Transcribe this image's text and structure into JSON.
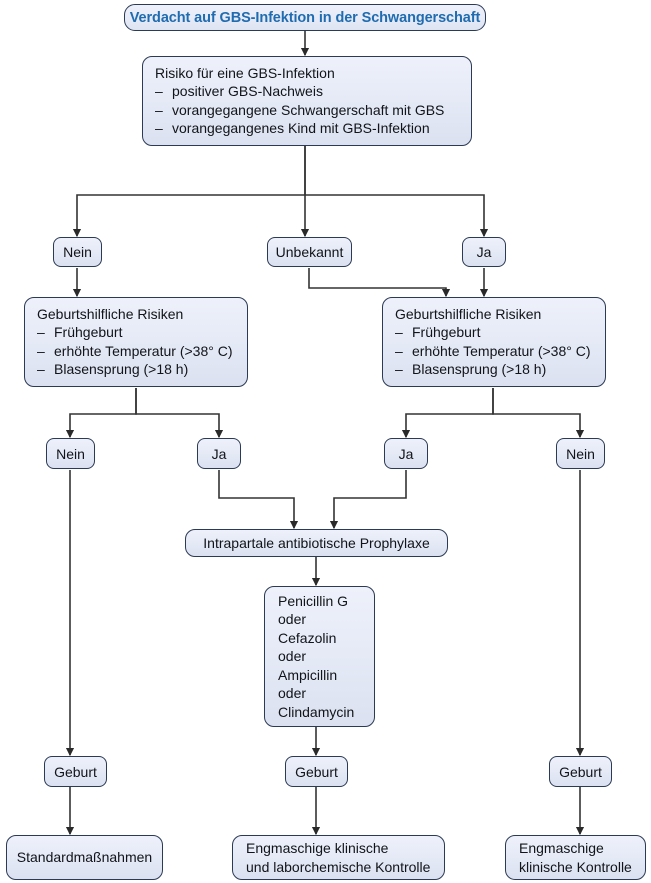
{
  "diagram": {
    "title": "Verdacht auf GBS-Infektion in der Schwangerschaft",
    "colors": {
      "title_text": "#1f6cb0",
      "node_border": "#2b3a55",
      "node_fill": "#e4e9f6",
      "edge": "#333333",
      "text": "#111418",
      "background": "#ffffff"
    },
    "risk_screening": {
      "heading": "Risiko für eine GBS-Infektion",
      "items": [
        "positiver GBS-Nachweis",
        "vorangegangene Schwangerschaft mit GBS",
        "vorangegangenes Kind mit GBS-Infektion"
      ]
    },
    "decisions_level1": [
      {
        "label": "Nein"
      },
      {
        "label": "Unbekannt"
      },
      {
        "label": "Ja"
      }
    ],
    "obstetric_risk_left": {
      "heading": "Geburtshilfliche Risiken",
      "items": [
        "Frühgeburt",
        "erhöhte Temperatur (>38° C)",
        "Blasensprung (>18 h)"
      ]
    },
    "obstetric_risk_right": {
      "heading": "Geburtshilfliche Risiken",
      "items": [
        "Frühgeburt",
        "erhöhte Temperatur (>38° C)",
        "Blasensprung (>18 h)"
      ]
    },
    "decisions_level2": [
      {
        "label": "Nein"
      },
      {
        "label": "Ja"
      },
      {
        "label": "Ja"
      },
      {
        "label": "Nein"
      }
    ],
    "prophylaxis": {
      "label": "Intrapartale antibiotische Prophylaxe"
    },
    "medications": {
      "lines": [
        "Penicillin G",
        "oder",
        "Cefazolin",
        "oder",
        "Ampicillin",
        "oder",
        "Clindamycin"
      ]
    },
    "births": [
      {
        "label": "Geburt"
      },
      {
        "label": "Geburt"
      },
      {
        "label": "Geburt"
      }
    ],
    "outcomes": [
      {
        "lines": [
          "Standardmaßnahmen"
        ]
      },
      {
        "lines": [
          "Engmaschige klinische",
          "und laborchemische Kontrolle"
        ]
      },
      {
        "lines": [
          "Engmaschige",
          "klinische Kontrolle"
        ]
      }
    ]
  }
}
